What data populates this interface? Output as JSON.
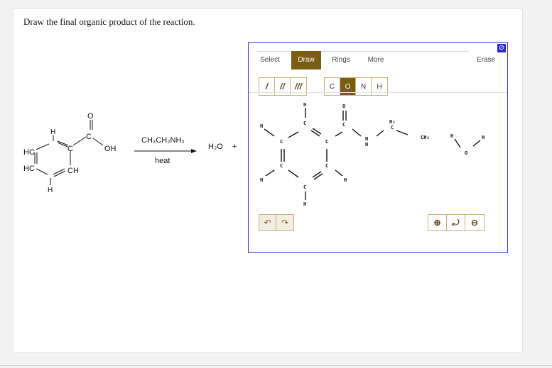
{
  "question": {
    "prompt": "Draw the final organic product of the reaction."
  },
  "reactant": {
    "atoms": {
      "hc_left": "HC",
      "hc_lower": "HC",
      "c_ring": "C",
      "c_carbonyl": "C",
      "ch_lower": "CH",
      "h_top": "H",
      "h_bottom": "H",
      "o_carbonyl": "O",
      "oh": "OH"
    }
  },
  "reaction": {
    "reagent": "CH₃CH₂NH₂",
    "condition": "heat",
    "byproduct": "H₂O",
    "plus": "+"
  },
  "editor": {
    "tabs": {
      "select": "Select",
      "draw": "Draw",
      "rings": "Rings",
      "more": "More",
      "erase": "Erase"
    },
    "active_tab": "Draw",
    "bond_tools": {
      "single": "/",
      "double": "//",
      "triple": "///"
    },
    "atom_tools": {
      "carbon": "C",
      "oxygen": "O",
      "nitrogen": "N",
      "hydrogen": "H"
    },
    "selected_atom": "O",
    "canvas_atoms": {
      "h_top": "H",
      "o_top": "O",
      "c_top": "C",
      "c_carbonyl": "C",
      "h_left": "H",
      "c_left": "C",
      "c_ring_right": "C",
      "n": "N",
      "n_h": "H",
      "ch2": "H₂\nC",
      "ch3": "CH₃",
      "c_lower_left": "C",
      "c_lower_right": "C",
      "h_lower_left": "H",
      "h_lower_right": "H",
      "c_bottom": "C",
      "h_bottom": "H",
      "water_h1": "H",
      "water_o": "O",
      "water_h2": "H"
    },
    "undo_icon": "undo-icon",
    "redo_icon": "redo-icon",
    "zoom_in_icon": "zoom-in-icon",
    "reset_icon": "reset-view-icon",
    "zoom_out_icon": "zoom-out-icon",
    "accent_color": "#7a5c12",
    "border_color": "#3a3ad0"
  }
}
